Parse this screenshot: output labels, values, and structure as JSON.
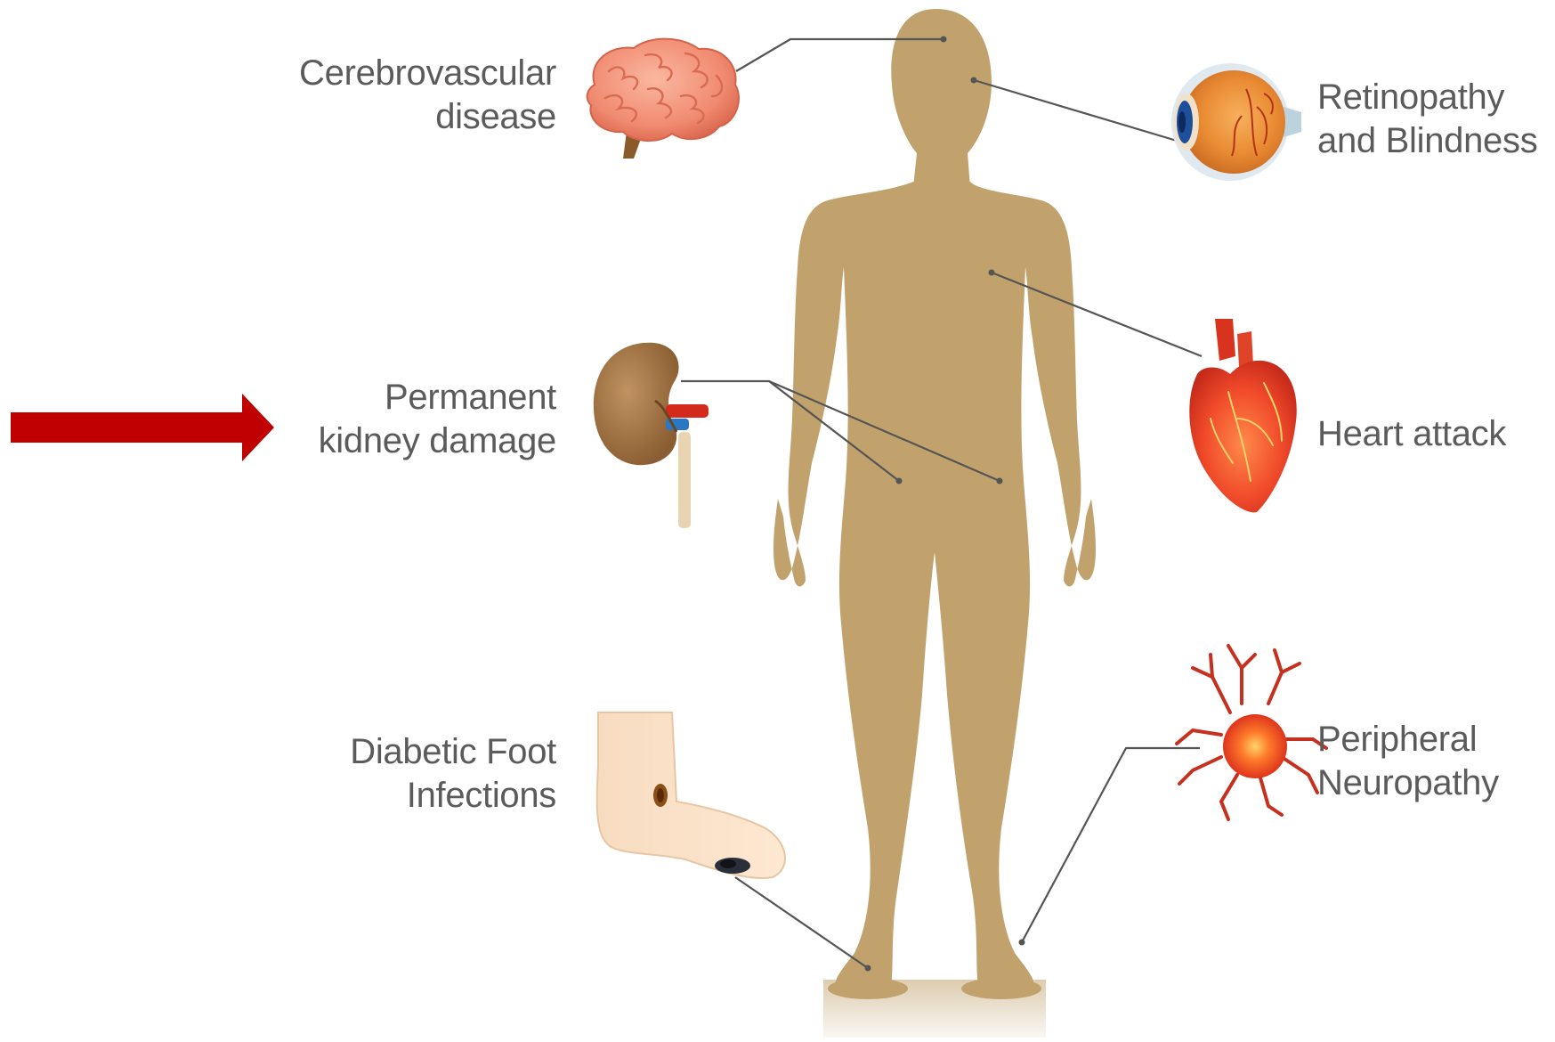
{
  "conditions": {
    "cerebrovascular": {
      "line1": "Cerebrovascular",
      "line2": "disease",
      "icon": "brain-icon"
    },
    "kidney": {
      "line1": "Permanent",
      "line2": "kidney damage",
      "icon": "kidney-icon"
    },
    "foot": {
      "line1": "Diabetic Foot",
      "line2": "Infections",
      "icon": "foot-ulcer-icon"
    },
    "retinopathy": {
      "line1": "Retinopathy",
      "line2": "and Blindness",
      "icon": "eye-icon"
    },
    "heart": {
      "line1": "Heart attack",
      "icon": "heart-icon"
    },
    "neuropathy": {
      "line1": "Peripheral",
      "line2": "Neuropathy",
      "icon": "neuron-icon"
    }
  },
  "highlight": {
    "target": "kidney",
    "color": "#c00000"
  },
  "colors": {
    "body": "#c1a26d",
    "leader_line": "#555555",
    "label_text": "#5b5b5b"
  }
}
